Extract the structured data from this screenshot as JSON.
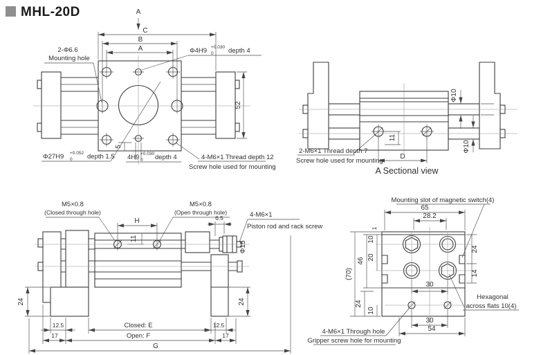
{
  "colors": {
    "background": "#ffffff",
    "line": "#3b3b3b",
    "text": "#2e2e2e",
    "title_square": "#8f8f8f"
  },
  "title": "MHL-20D",
  "front_view": {
    "section_label": "A",
    "dim_c": "C",
    "dim_b": "B",
    "dim_a": "A",
    "mounting_callout": {
      "line1": "2-Φ6.6",
      "line2": "Mounting hole"
    },
    "pin_top": {
      "base": "Φ4H9",
      "sup": "+0.030",
      "sub": "0",
      "suffix": "depth 4"
    },
    "dim_height": "52",
    "bore": {
      "base": "Φ27H9",
      "sup": "+0.052",
      "sub": "0",
      "suffix": "depth 1.5"
    },
    "dim_pin_offset": "5",
    "pin_bottom": {
      "base": "4H9",
      "sup": "+0.030",
      "sub": "0",
      "suffix": "depth 4"
    },
    "thread_callout": {
      "line1": "4-M6×1 Thread depth 12",
      "line2": "Screw hole used for mounting"
    }
  },
  "section_view": {
    "dia_rod_top": "Φ10",
    "dia_rod_bottom": "Φ10",
    "dim_11": "11",
    "dim_d": "D",
    "thread_callout": {
      "line1": "2-M6×1 Thread depth 7",
      "line2": "Screw hole used for mounting"
    },
    "caption": "A Sectional view"
  },
  "side_view": {
    "port_closed": {
      "line1": "M5×0.8",
      "line2": "(Closed through hole)"
    },
    "port_open": {
      "line1": "M5×0.8",
      "line2": "(Open through hole)"
    },
    "dim_h": "H",
    "dim_11": "11",
    "dim_65": "6.5",
    "rod_callout": {
      "line1": "4-M6×1",
      "line2": "Piston rod and rack screw"
    },
    "dia_rod": "Φ15",
    "dim_24_left": "24",
    "dim_125_left": "12.5",
    "dim_17_left": "17",
    "dim_closed": "Closed: E",
    "dim_open": "Open: F",
    "dim_24_right": "24",
    "dim_125_right": "12.5",
    "dim_17_right": "17",
    "dim_g": "G"
  },
  "bottom_view": {
    "switch_callout": "Mounting slot of magnetic switch(4)",
    "dim_65": "65",
    "dim_282": "28.2",
    "dim_1": "1",
    "dim_10_top": "10",
    "dim_20": "20",
    "dim_46": "46",
    "dim_70": "(70)",
    "dim_24_right": "24",
    "dim_14": "14",
    "dim_30_mid": "30",
    "dim_24_bottom": "24",
    "dim_10_bottom": "10",
    "dim_30_bottom": "30",
    "dim_54": "54",
    "hex_callout": {
      "line1": "Hexagonal",
      "line2": "across flats 10(4)"
    },
    "gripper_callout": {
      "line1": "4-M6×1 Through hole",
      "line2": "Gripper screw hole for mounting"
    }
  }
}
